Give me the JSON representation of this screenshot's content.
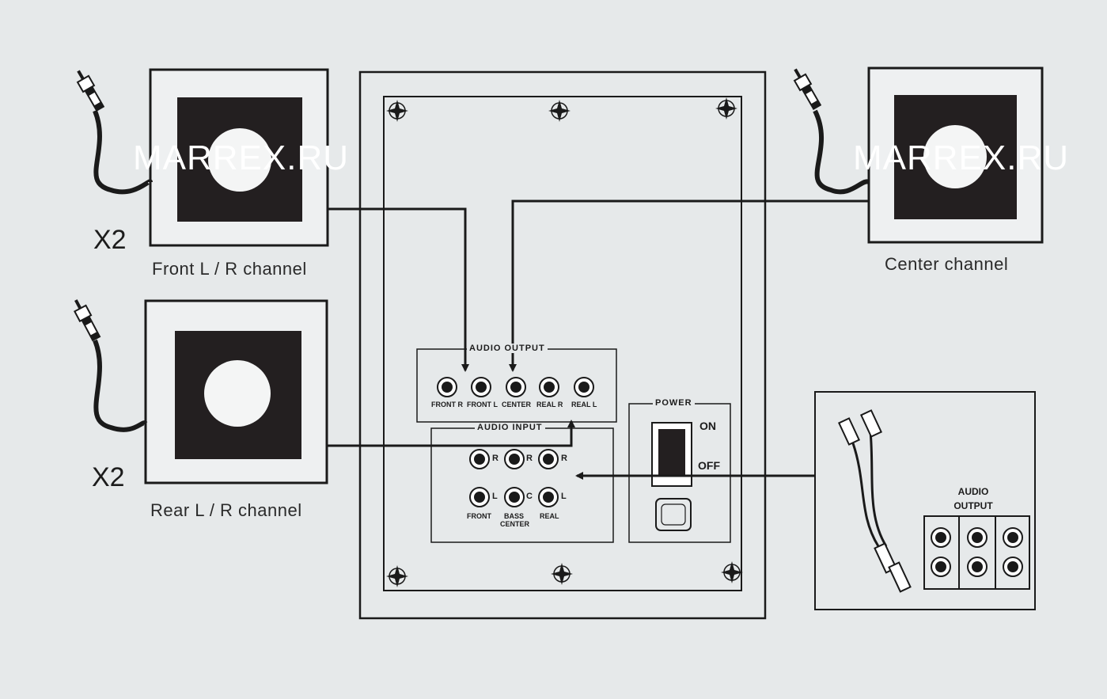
{
  "watermark": {
    "left": "MARREX.RU",
    "right": "MARREX.RU"
  },
  "speakers": {
    "front": {
      "caption": "Front L / R channel",
      "multiplier": "X2"
    },
    "rear": {
      "caption": "Rear L / R channel",
      "multiplier": "X2"
    },
    "center": {
      "caption": "Center channel"
    }
  },
  "panel": {
    "audio_output": {
      "title": "AUDIO OUTPUT",
      "jacks": [
        "FRONT R",
        "FRONT L",
        "CENTER",
        "REAL R",
        "REAL L"
      ]
    },
    "audio_input": {
      "title": "AUDIO INPUT",
      "row1_letters": [
        "R",
        "R",
        "R"
      ],
      "row2_letters": [
        "L",
        "C",
        "L"
      ],
      "groups": [
        "FRONT",
        "BASS",
        "CENTER",
        "REAL"
      ]
    },
    "power": {
      "title": "POWER",
      "on": "ON",
      "off": "OFF"
    }
  },
  "source": {
    "title_line1": "AUDIO",
    "title_line2": "OUTPUT"
  },
  "colors": {
    "line": "#1a1a1a",
    "background": "#e6e9ea",
    "speaker_fill": "#231f20",
    "watermark": "#ffffff"
  }
}
